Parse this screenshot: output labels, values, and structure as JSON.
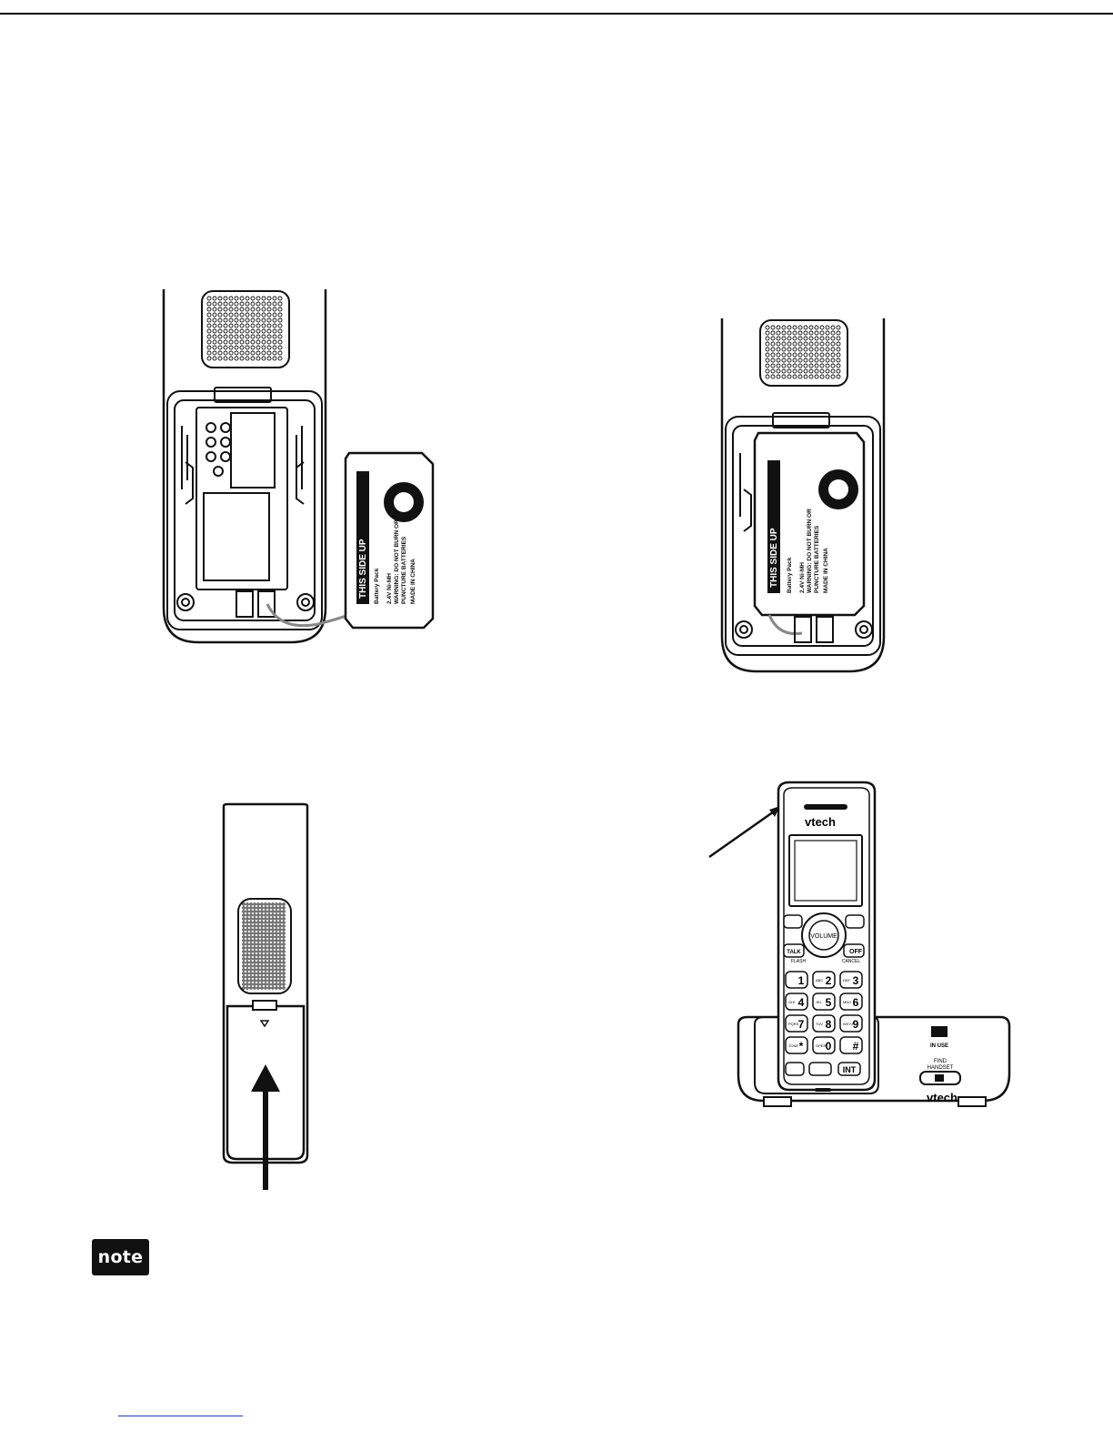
{
  "note_label": "note",
  "battery_label": {
    "side_up": "THIS SIDE UP",
    "pack": "Battery Pack",
    "spec": "2.4V Ni-MH",
    "warning1": "WARNING: DO NOT BURN OR",
    "warning2": "PUNCTURE BATTERIES",
    "origin": "MADE IN CHINA"
  },
  "handset": {
    "brand": "vtech",
    "volume": "VOLUME",
    "talk": "TALK",
    "flash": "FLASH",
    "off": "OFF",
    "cancel": "CANCEL",
    "keys": [
      "1",
      "2",
      "3",
      "4",
      "5",
      "6",
      "7",
      "8",
      "9",
      "*",
      "0",
      "#"
    ],
    "key_letters": [
      "",
      "ABC",
      "DEF",
      "GHI",
      "JKL",
      "MNO",
      "PQRS",
      "TUV",
      "WXYZ",
      "TONE",
      "OPER",
      ""
    ],
    "int": "INT"
  },
  "base": {
    "brand": "vtech",
    "in_use": "IN USE",
    "find_handset_1": "FIND",
    "find_handset_2": "HANDSET"
  }
}
